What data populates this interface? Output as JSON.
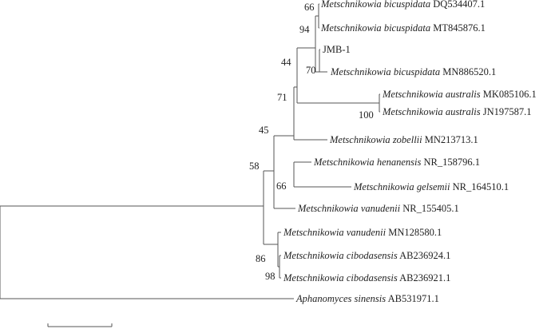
{
  "tree": {
    "taxa": [
      {
        "genus": "Metschnikowia",
        "species": "bicuspidata",
        "accession": "DQ534407.1"
      },
      {
        "genus": "Metschnikowia",
        "species": "bicuspidata",
        "accession": "MT845876.1"
      },
      {
        "genus": "",
        "species": "",
        "accession": "JMB-1"
      },
      {
        "genus": "Metschnikowia",
        "species": "bicuspidata",
        "accession": "MN886520.1"
      },
      {
        "genus": "Metschnikowia",
        "species": "australis",
        "accession": "MK085106.1"
      },
      {
        "genus": "Metschnikowia",
        "species": "australis",
        "accession": "JN197587.1"
      },
      {
        "genus": "Metschnikowia",
        "species": "zobellii",
        "accession": "MN213713.1"
      },
      {
        "genus": "Metschnikowia",
        "species": "henanensis",
        "accession": "NR_158796.1"
      },
      {
        "genus": "Metschnikowia",
        "species": "gelsemii",
        "accession": "NR_164510.1"
      },
      {
        "genus": "Metschnikowia",
        "species": "vanudenii",
        "accession": "NR_155405.1"
      },
      {
        "genus": "Metschnikowia",
        "species": "vanudenii",
        "accession": "MN128580.1"
      },
      {
        "genus": "Metschnikowia",
        "species": "cibodasensis",
        "accession": "AB236924.1"
      },
      {
        "genus": "Metschnikowia",
        "species": "cibodasensis",
        "accession": "AB236921.1"
      },
      {
        "genus": "Aphanomyces",
        "species": "sinensis",
        "accession": "AB531971.1"
      }
    ],
    "bootstrap": [
      "66",
      "94",
      "70",
      "44",
      "100",
      "71",
      "45",
      "66",
      "58",
      "86",
      "98"
    ]
  }
}
